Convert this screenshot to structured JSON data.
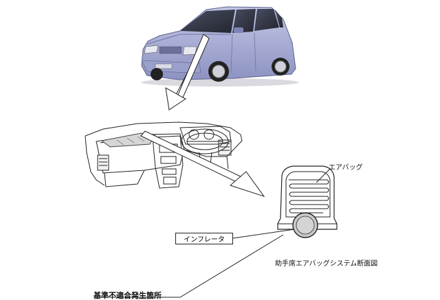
{
  "labels": {
    "airbag": "エアバッグ",
    "inflator": "インフレータ",
    "caption": "助手席エアバッグシステム断面図",
    "defect_location": "基準不適合発生箇所"
  },
  "colors": {
    "car_body": "#a8aed6",
    "car_shadow": "#7e84b6",
    "inflator_fill": "#c8c8c8",
    "line": "#222222"
  }
}
